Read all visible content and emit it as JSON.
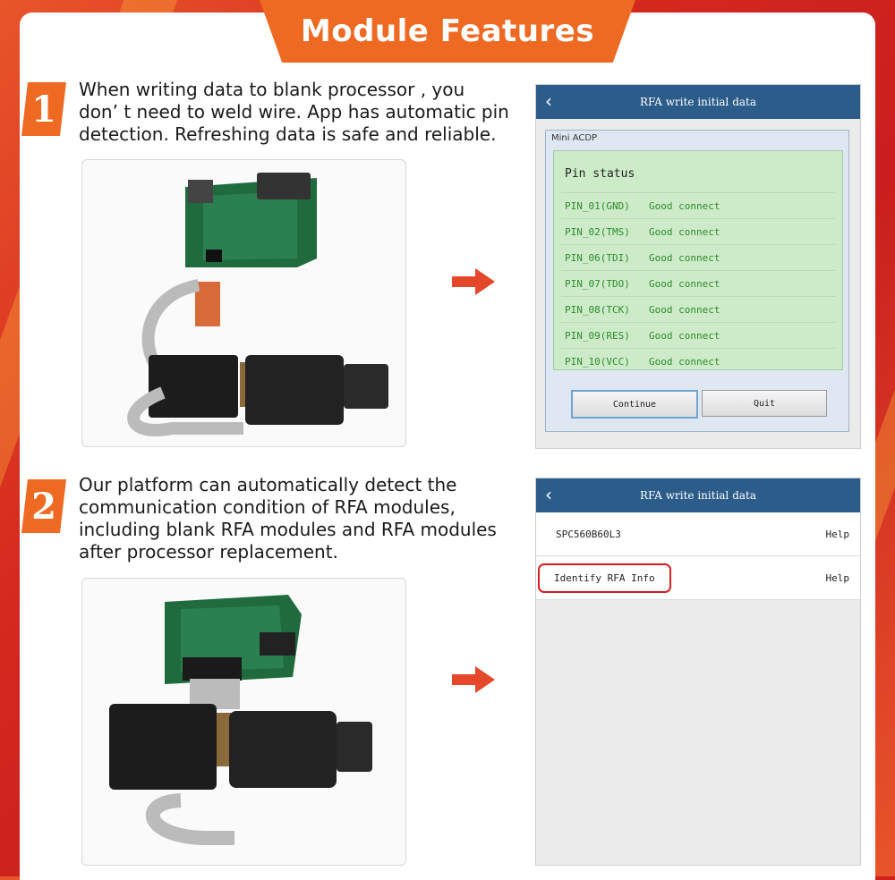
{
  "banner": {
    "title": "Module Features"
  },
  "features": [
    {
      "number": "1",
      "lines": [
        "When writing data to blank processor , you",
        "don’ t need to weld wire. App has automatic pin",
        "detection. Refreshing data is safe and reliable."
      ],
      "screen": {
        "title": "RFA write initial data",
        "dialog_title": "Mini ACDP",
        "pin_status_label": "Pin status",
        "pins": [
          {
            "name": "PIN_01(GND)",
            "status": "Good connect"
          },
          {
            "name": "PIN_02(TMS)",
            "status": "Good connect"
          },
          {
            "name": "PIN_06(TDI)",
            "status": "Good connect"
          },
          {
            "name": "PIN_07(TDO)",
            "status": "Good connect"
          },
          {
            "name": "PIN_08(TCK)",
            "status": "Good connect"
          },
          {
            "name": "PIN_09(RES)",
            "status": "Good connect"
          },
          {
            "name": "PIN_10(VCC)",
            "status": "Good connect"
          }
        ],
        "buttons": {
          "continue": "Continue",
          "quit": "Quit"
        }
      }
    },
    {
      "number": "2",
      "lines": [
        "Our platform can automatically detect the",
        "communication condition of RFA modules,",
        "including blank RFA modules and RFA modules",
        "after processor  replacement."
      ],
      "screen": {
        "title": "RFA write initial data",
        "rows": [
          {
            "label": "SPC560B60L3",
            "help": "Help"
          },
          {
            "label": "Identify RFA Info",
            "help": "Help"
          }
        ]
      }
    }
  ],
  "colors": {
    "accent": "#ee6a22",
    "topbar": "#2b5c8a",
    "highlight": "#d32020",
    "pin_green": "#2e8b2e"
  },
  "icons": [
    "back-chevron-icon",
    "right-arrow-icon"
  ],
  "photos": [
    "circuit board connected to OBD device via ribbon cable (top)",
    "circuit board connected to OBD device via ribbon cable (bottom)"
  ]
}
